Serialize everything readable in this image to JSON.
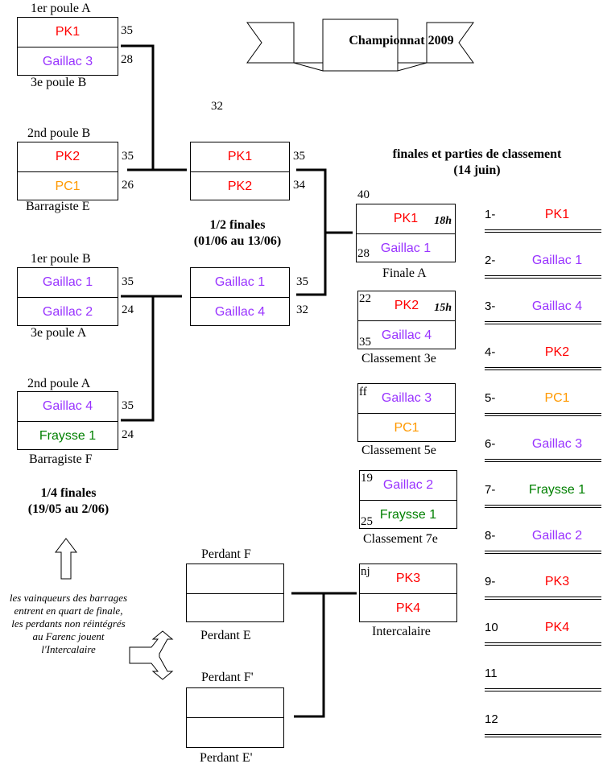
{
  "title": "Championnat 2009",
  "finals_heading": "finales et parties de classement",
  "finals_date": "(14 juin)",
  "quarters_heading": "1/4 finales",
  "quarters_date": "(19/05 au 2/06)",
  "semis_heading": "1/2 finales",
  "semis_date": "(01/06 au 13/06)",
  "note": "les vainqueurs des barrages entrent en quart de finale, les perdants non réintégrés au Farenc jouent l'Intercalaire",
  "quarters": [
    {
      "label_top": "1er poule A",
      "team1": "PK1",
      "score1": "35",
      "team2": "Gaillac 3",
      "score2": "28",
      "label_bottom": "3e poule B"
    },
    {
      "label_top": "2nd poule B",
      "team1": "PK2",
      "score1": "35",
      "team2": "PC1",
      "score2": "26",
      "label_bottom": "Barragiste E"
    },
    {
      "label_top": "1er poule B",
      "team1": "Gaillac 1",
      "score1": "35",
      "team2": "Gaillac 2",
      "score2": "24",
      "label_bottom": "3e poule A"
    },
    {
      "label_top": "2nd poule A",
      "team1": "Gaillac 4",
      "score1": "35",
      "team2": "Fraysse 1",
      "score2": "24",
      "label_bottom": "Barragiste  F"
    }
  ],
  "semis": [
    {
      "team1": "PK1",
      "score1": "35",
      "team2": "PK2",
      "score2": "34"
    },
    {
      "team1": "Gaillac 1",
      "score1": "35",
      "team2": "Gaillac 4",
      "score2": "32"
    }
  ],
  "stray_number": "32",
  "finals": [
    {
      "team1": "PK1",
      "score1": "40",
      "time": "18h",
      "team2": "Gaillac 1",
      "score2": "28",
      "label": "Finale A"
    },
    {
      "team1": "PK2",
      "score1": "22",
      "time": "15h",
      "team2": "Gaillac 4",
      "score2": "35",
      "label": "Classement 3e"
    },
    {
      "team1": "Gaillac 3",
      "score1": "ff",
      "team2": "PC1",
      "label": "Classement 5e"
    },
    {
      "team1": "Gaillac 2",
      "score1": "19",
      "team2": "Fraysse 1",
      "score2": "25",
      "label": "Classement 7e"
    },
    {
      "team1": "PK3",
      "score1": "nj",
      "team2": "PK4",
      "label": "Intercalaire"
    }
  ],
  "repechage": {
    "box1_top": "Perdant F",
    "box1_bottom": "Perdant E",
    "box2_top": "Perdant F'",
    "box2_bottom": "Perdant E'"
  },
  "ranking": [
    {
      "pos": "1-",
      "team": "PK1"
    },
    {
      "pos": "2-",
      "team": "Gaillac 1"
    },
    {
      "pos": "3-",
      "team": "Gaillac 4"
    },
    {
      "pos": "4-",
      "team": "PK2"
    },
    {
      "pos": "5-",
      "team": "PC1"
    },
    {
      "pos": "6-",
      "team": "Gaillac 3"
    },
    {
      "pos": "7-",
      "team": "Fraysse 1"
    },
    {
      "pos": "8-",
      "team": "Gaillac 2"
    },
    {
      "pos": "9-",
      "team": "PK3"
    },
    {
      "pos": "10",
      "team": "PK4"
    },
    {
      "pos": "11",
      "team": ""
    },
    {
      "pos": "12",
      "team": ""
    }
  ],
  "colors": {
    "pk": "#ff0000",
    "gaillac": "#9933ff",
    "pc": "#ff9900",
    "fraysse": "#008000",
    "line": "#000000"
  }
}
